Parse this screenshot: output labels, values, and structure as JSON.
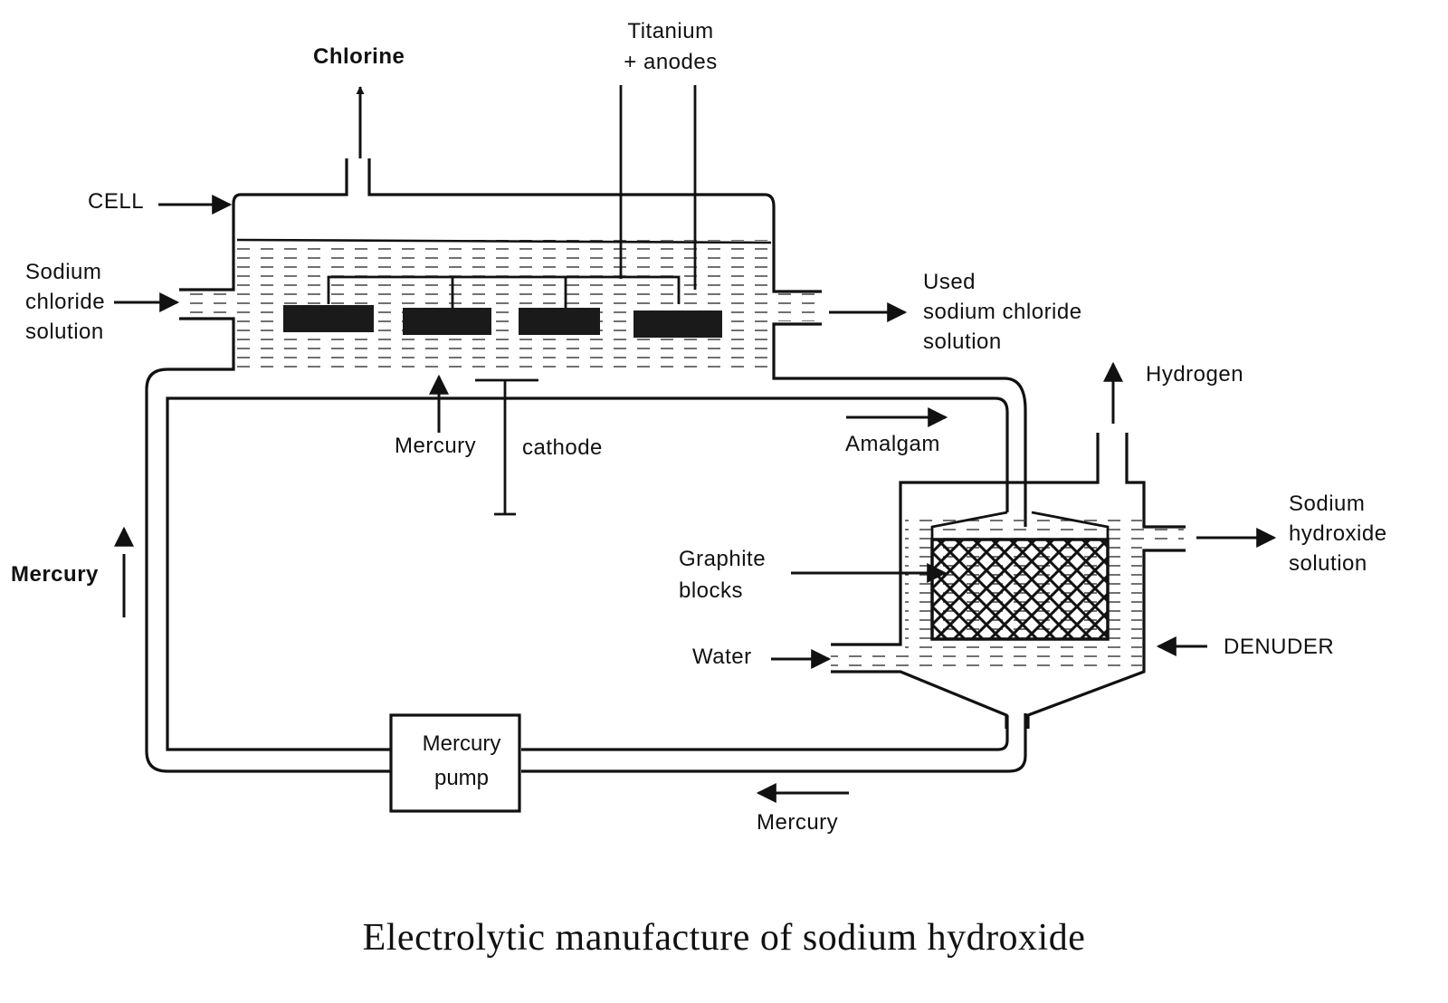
{
  "labels": {
    "chlorine": "Chlorine",
    "titanium_anodes": [
      "Titanium",
      "+ anodes"
    ],
    "cell": "CELL",
    "sodium_chloride_solution": [
      "Sodium",
      "chloride",
      "solution"
    ],
    "used_sodium_chloride_solution": [
      "Used",
      "sodium chloride",
      "solution"
    ],
    "hydrogen": "Hydrogen",
    "mercury_inlet": "Mercury",
    "cathode": "cathode",
    "amalgam": "Amalgam",
    "mercury_left": "Mercury",
    "graphite_blocks": [
      "Graphite",
      "blocks"
    ],
    "sodium_hydroxide_solution": [
      "Sodium",
      "hydroxide",
      "solution"
    ],
    "water": "Water",
    "denuder": "DENUDER",
    "mercury_pump": [
      "Mercury",
      "pump"
    ],
    "mercury_bottom": "Mercury"
  },
  "caption": "Electrolytic manufacture of sodium hydroxide",
  "colors": {
    "ink": "#111111",
    "block": "#1a1a1a",
    "paper": "#ffffff"
  }
}
